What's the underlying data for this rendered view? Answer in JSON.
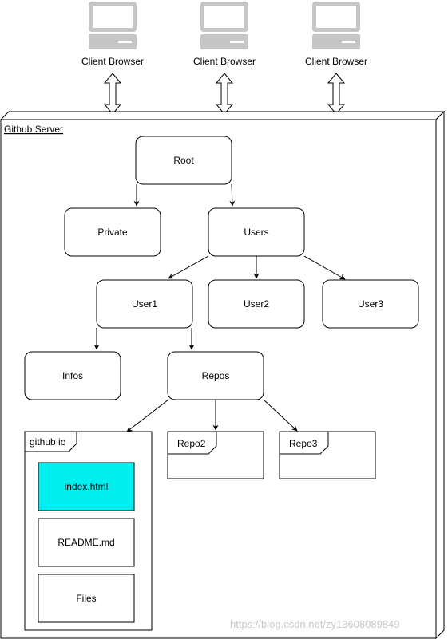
{
  "clients": [
    "Client Browser",
    "Client Browser",
    "Client Browser"
  ],
  "server": {
    "label": "Github Server"
  },
  "nodes": {
    "root": "Root",
    "private": "Private",
    "users": "Users",
    "user1": "User1",
    "user2": "User2",
    "user3": "User3",
    "infos": "Infos",
    "repos": "Repos"
  },
  "repos": {
    "github_io": {
      "label": "github.io",
      "files": [
        "index.html",
        "README.md",
        "Files"
      ]
    },
    "repo2": "Repo2",
    "repo3": "Repo3"
  },
  "colors": {
    "highlight": "#00f0f0",
    "computer_icon": "#c6c6c6",
    "stroke": "#000000"
  },
  "watermark": "https://blog.csdn.net/zy13608089849"
}
